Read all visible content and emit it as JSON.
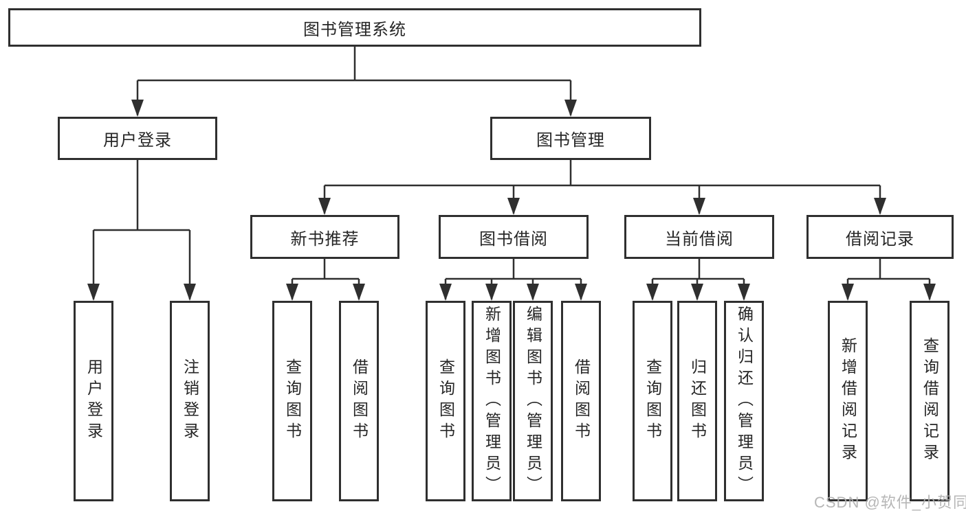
{
  "colors": {
    "line": "#2f2f2f",
    "text": "#262626",
    "background": "#ffffff",
    "watermark": "#b0b0b0"
  },
  "watermark": "CSDN @软件_小贺同学",
  "tree": {
    "label": "图书管理系统",
    "children": [
      {
        "label": "用户登录",
        "children": [
          {
            "label": "用户登录"
          },
          {
            "label": "注销登录"
          }
        ]
      },
      {
        "label": "图书管理",
        "children": [
          {
            "label": "新书推荐",
            "children": [
              {
                "label": "查询图书"
              },
              {
                "label": "借阅图书"
              }
            ]
          },
          {
            "label": "图书借阅",
            "children": [
              {
                "label": "查询图书"
              },
              {
                "label": "新增图书（管理员）"
              },
              {
                "label": "编辑图书（管理员）"
              },
              {
                "label": "借阅图书"
              }
            ]
          },
          {
            "label": "当前借阅",
            "children": [
              {
                "label": "查询图书"
              },
              {
                "label": "归还图书"
              },
              {
                "label": "确认归还（管理员）"
              }
            ]
          },
          {
            "label": "借阅记录",
            "children": [
              {
                "label": "新增借阅记录"
              },
              {
                "label": "查询借阅记录"
              }
            ]
          }
        ]
      }
    ]
  }
}
